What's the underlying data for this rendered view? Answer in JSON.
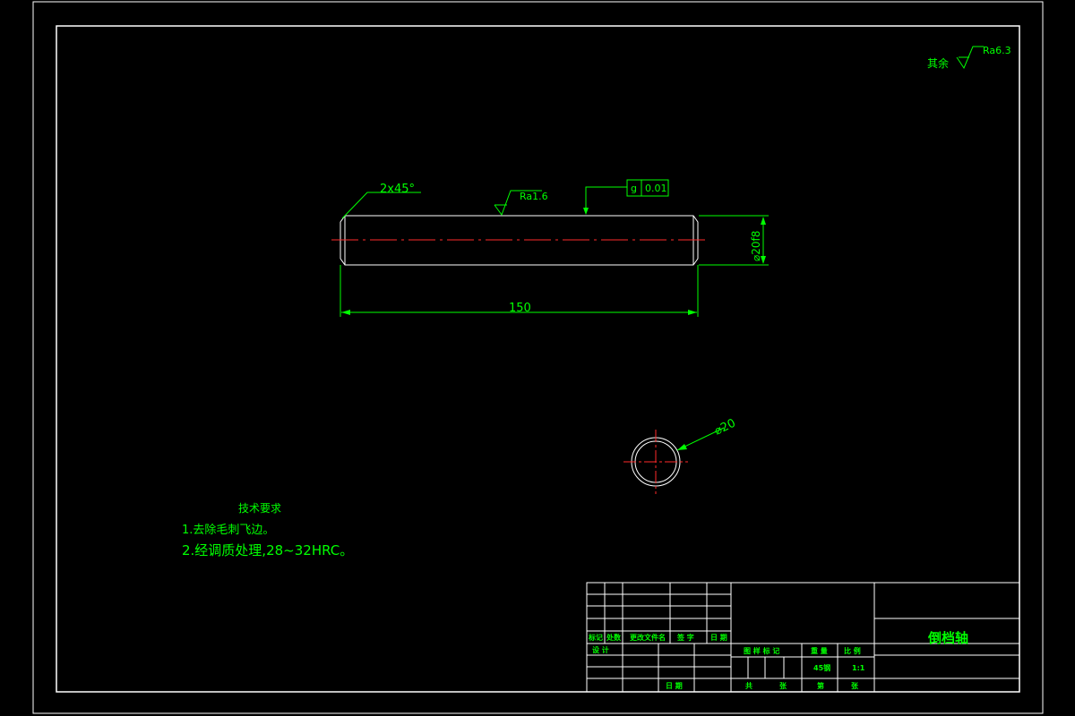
{
  "surface_roughness": {
    "other": "其余",
    "other_value": "Ra6.3",
    "surface_value": "Ra1.6"
  },
  "dimensions": {
    "chamfer": "2x45°",
    "length": "150",
    "shaft_diameter": "⌀20f8",
    "section_diameter": "⌀20"
  },
  "tolerance_frame": {
    "symbol": "g",
    "value": "0.01"
  },
  "technical_requirements": {
    "title": "技术要求",
    "items": [
      "1.去除毛刺飞边。",
      "2.经调质处理,28~32HRC。"
    ]
  },
  "title_block": {
    "part_name": "倒档轴",
    "material": "45钢",
    "scale": "1:1",
    "labels": {
      "mark": "标记",
      "count": "处数",
      "change_doc": "更改文件名",
      "signature": "签 字",
      "date": "日 期",
      "design": "设 计",
      "review_date": "日 期",
      "stage_mark": "图 样 标 记",
      "weight": "重 量",
      "ratio": "比 例",
      "sheets_total": "共",
      "sheet": "张",
      "sheet_no": "第",
      "sheet_unit": "张"
    }
  }
}
